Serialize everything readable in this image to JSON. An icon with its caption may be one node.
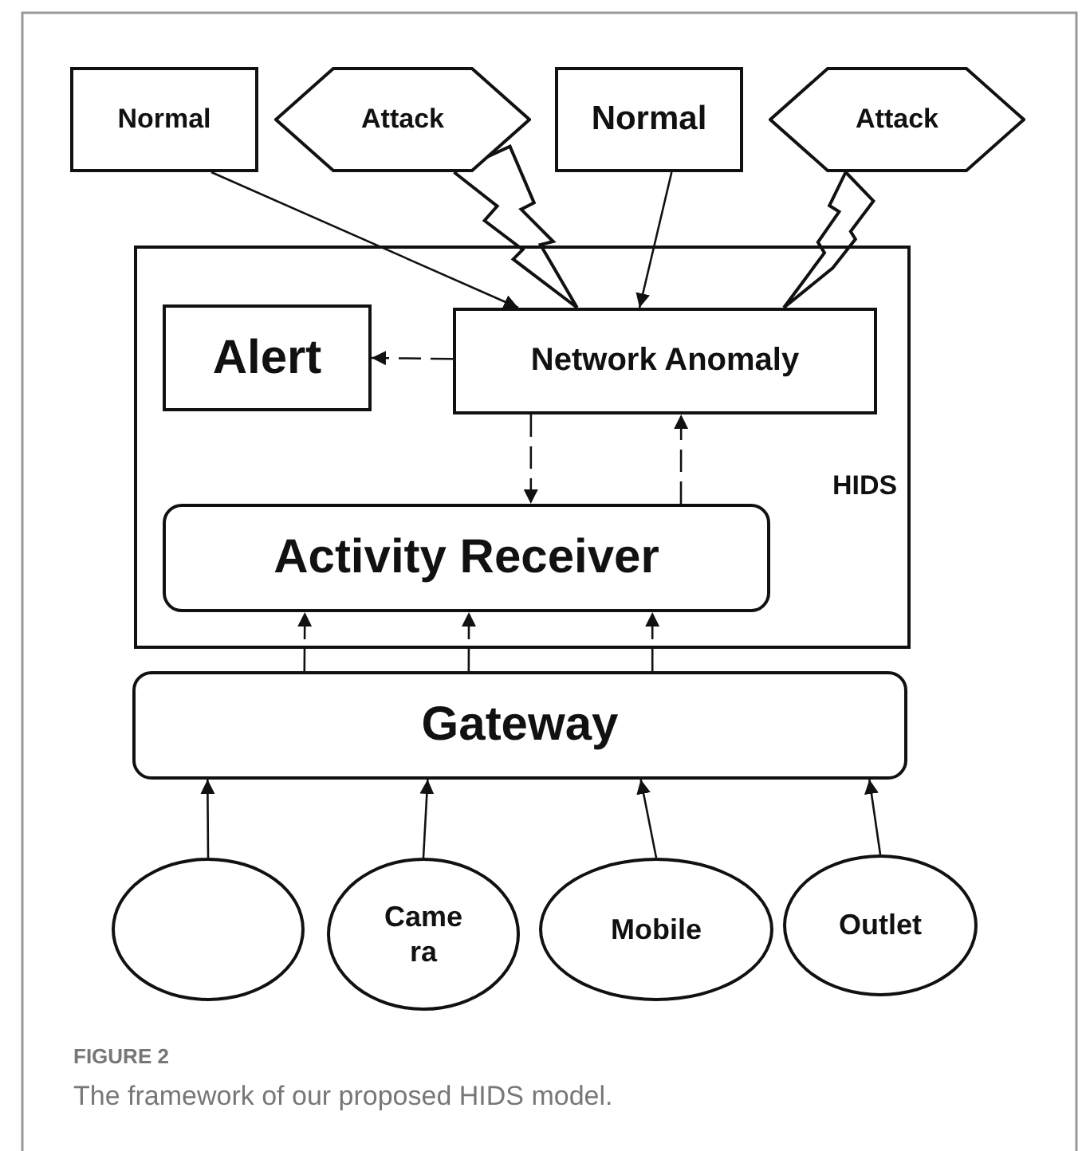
{
  "diagram": {
    "caption": "The framework of our proposed HIDS model.",
    "nodes": [
      {
        "text": [
          "Normal"
        ]
      },
      {
        "text": [
          "Attack"
        ]
      },
      {
        "text": [
          "Normal"
        ]
      },
      {
        "text": [
          "Attack"
        ]
      },
      {
        "text": [
          "HIDS"
        ]
      },
      {
        "text": [
          "Alert"
        ],
        "in": 4
      },
      {
        "text": [
          "Network Anomaly"
        ],
        "in": 4
      },
      {
        "text": [
          "Activity Receiver"
        ],
        "in": 4
      },
      {
        "text": [
          "Gateway"
        ]
      },
      {
        "text": [],
        "shape": "circle"
      },
      {
        "text": [
          "Came ra"
        ]
      },
      {
        "text": [
          "Mobile"
        ]
      },
      {
        "text": [
          "Outlet"
        ]
      }
    ],
    "edges": [
      {
        "from": 0,
        "to": 6,
        "arrow": "to"
      },
      {
        "from": 1,
        "to": 6,
        "arrow": "none"
      },
      {
        "from": 2,
        "to": 6,
        "arrow": "to"
      },
      {
        "from": 3,
        "to": 6,
        "arrow": "none"
      },
      {
        "from": 6,
        "to": 5,
        "arrow": "to",
        "style": "dashed"
      },
      {
        "from": 6,
        "to": 7,
        "arrow": "to",
        "style": "dashed"
      },
      {
        "from": 7,
        "to": 6,
        "arrow": "to",
        "style": "dashed"
      },
      {
        "from": 8,
        "to": 7,
        "arrow": "to",
        "style": "dashed"
      },
      {
        "from": 8,
        "to": 7,
        "arrow": "to",
        "style": "dashed"
      },
      {
        "from": 8,
        "to": 7,
        "arrow": "to",
        "style": "dashed"
      },
      {
        "from": 9,
        "to": 8,
        "arrow": "to"
      },
      {
        "from": 10,
        "to": 8,
        "arrow": "to"
      },
      {
        "from": 11,
        "to": 8,
        "arrow": "to"
      },
      {
        "from": 12,
        "to": 8,
        "arrow": "to"
      }
    ],
    "labels": [
      "FIGURE 2"
    ]
  }
}
